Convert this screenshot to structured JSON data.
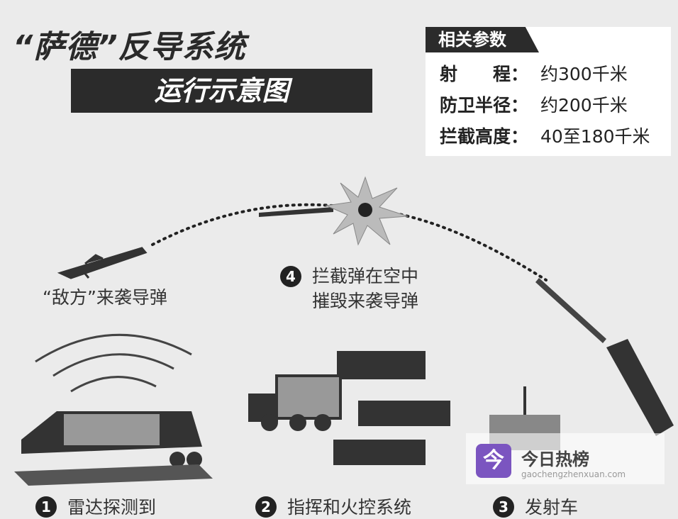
{
  "title": "“萨德”反导系统",
  "subtitle": "运行示意图",
  "params": {
    "heading": "相关参数",
    "rows": [
      {
        "key": "射　　程：",
        "value": "约300千米"
      },
      {
        "key": "防卫半径：",
        "value": "约200千米"
      },
      {
        "key": "拦截高度：",
        "value": "40至180千米"
      }
    ]
  },
  "enemy_missile_label": "“敌方”来袭导弹",
  "step4": {
    "number": "4",
    "line1": "拦截弹在空中",
    "line2": "摧毁来袭导弹"
  },
  "bottom_labels": [
    {
      "number": "1",
      "text": "雷达探测到"
    },
    {
      "number": "2",
      "text": "指挥和火控系统"
    },
    {
      "number": "3",
      "text": "发射车"
    }
  ],
  "watermark": {
    "icon": "今",
    "name": "今日热榜",
    "url": "gaochengzhenxuan.com",
    "color": "#7b55c0"
  }
}
